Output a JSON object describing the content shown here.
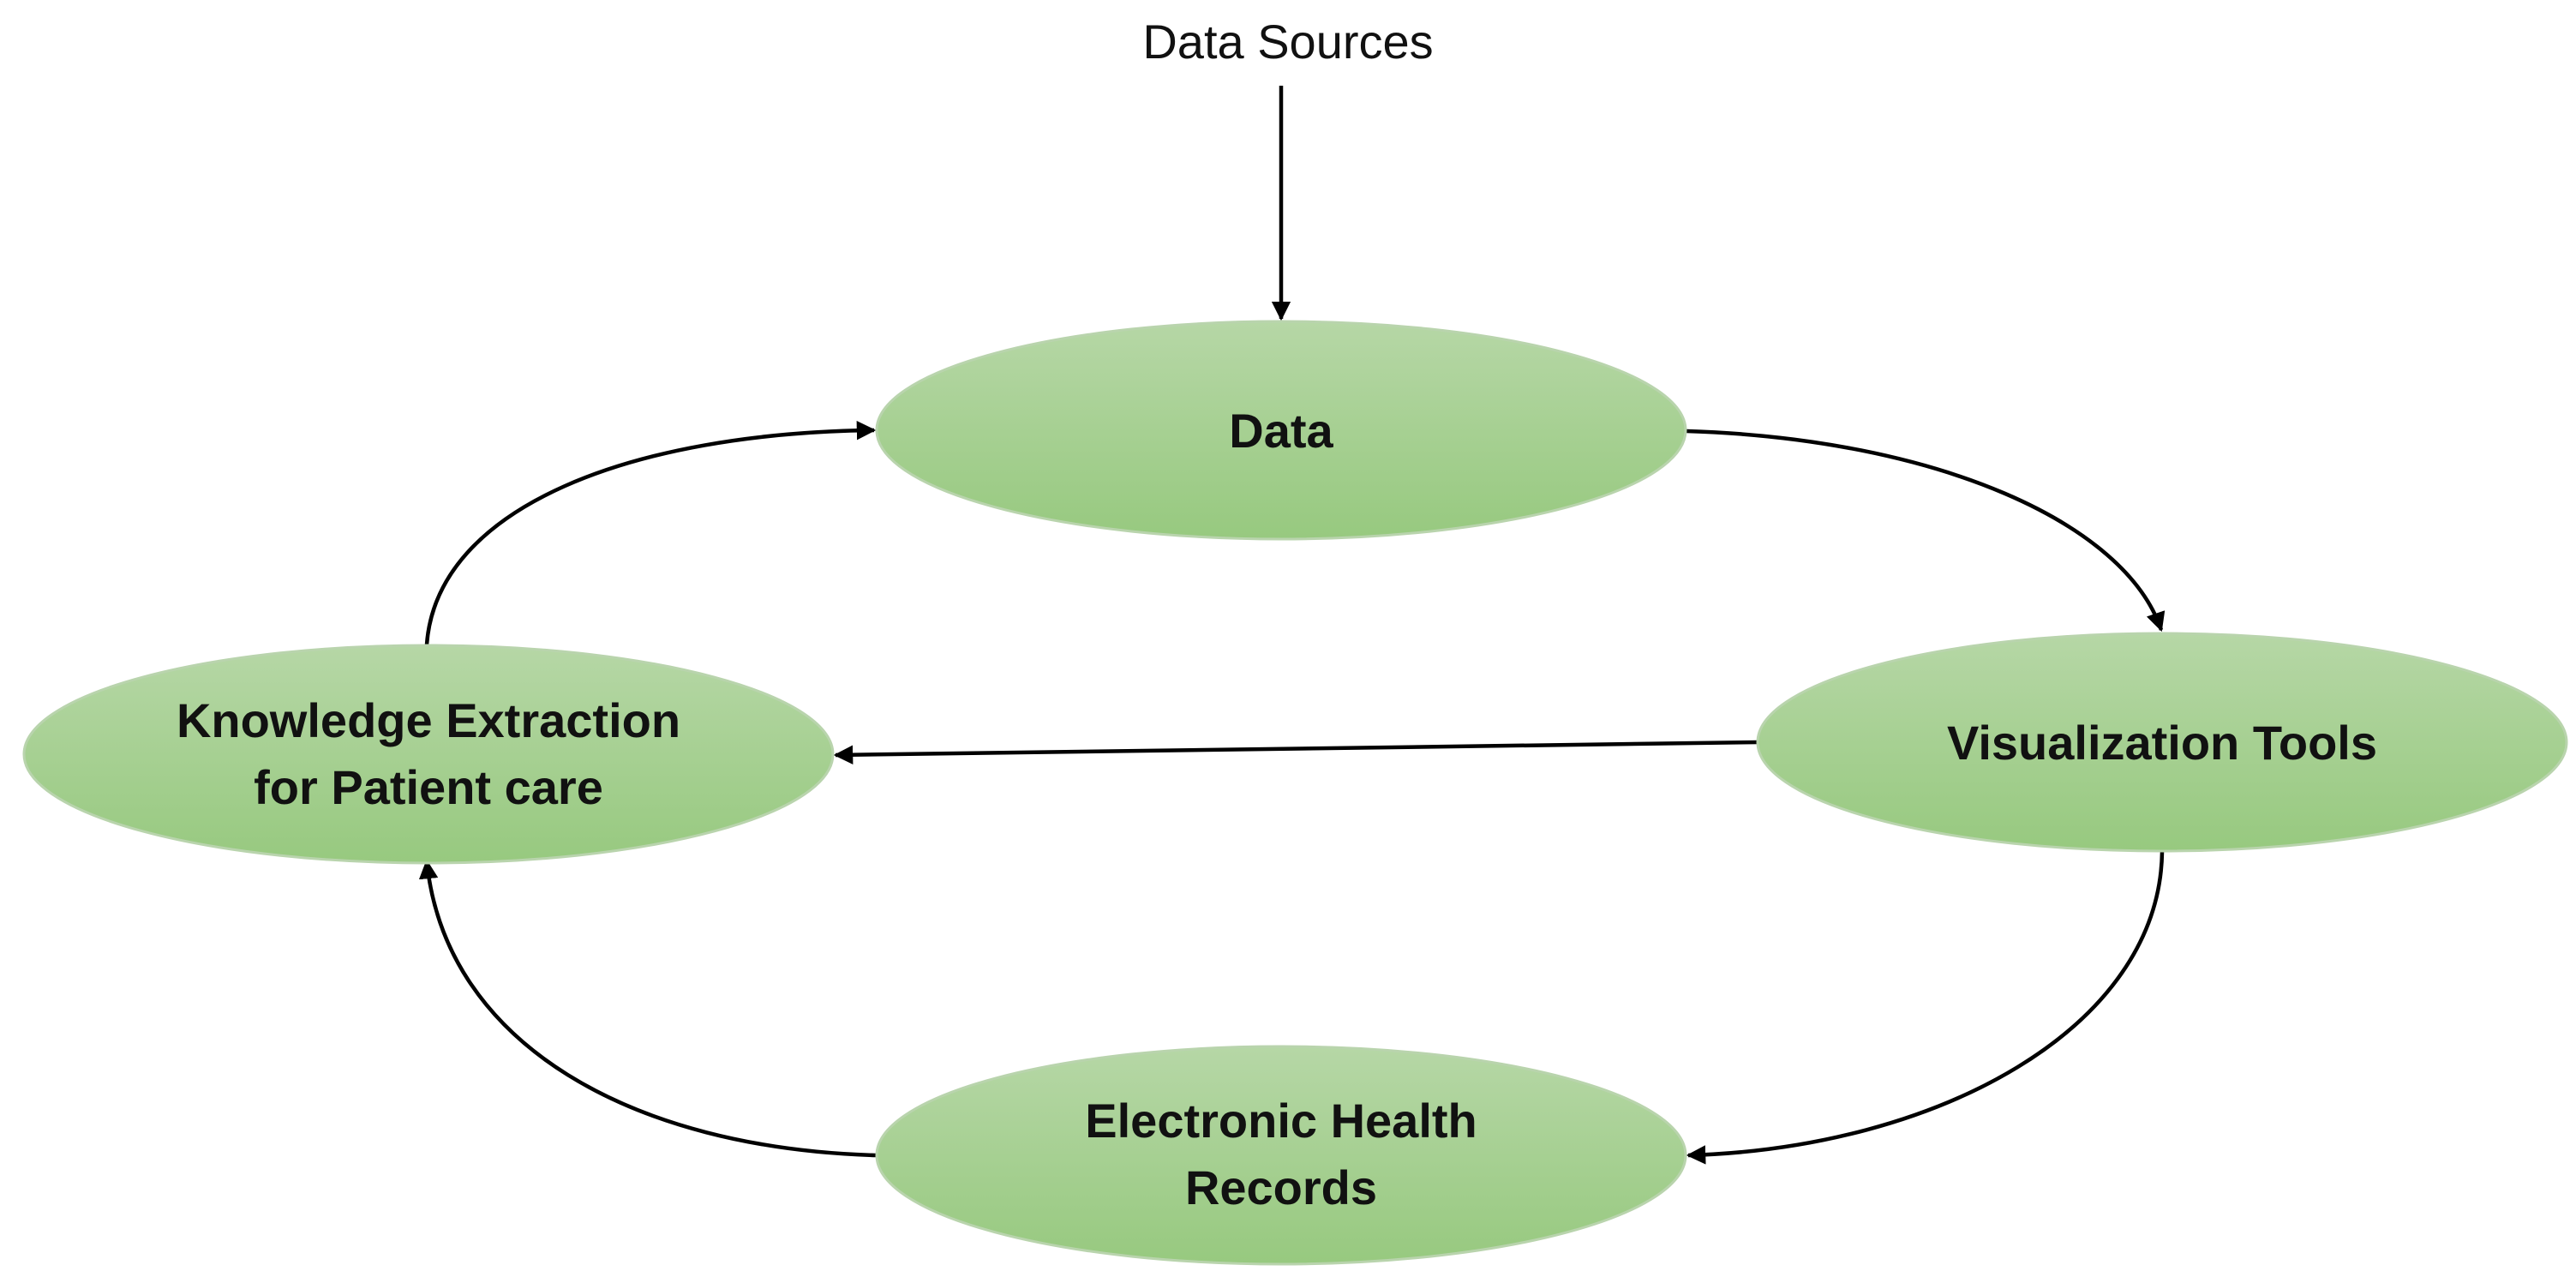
{
  "source": {
    "label": "Data Sources"
  },
  "nodes": {
    "data": {
      "label": "Data"
    },
    "visualization": {
      "label": "Visualization Tools"
    },
    "ehr": {
      "line1": "Electronic Health",
      "line2": "Records"
    },
    "knowledge": {
      "line1": "Knowledge Extraction",
      "line2": "for Patient care"
    }
  },
  "colors": {
    "node_fill_top": "#b6d7a6",
    "node_fill_bottom": "#97c97f",
    "edge": "#000000",
    "text": "#111111"
  }
}
